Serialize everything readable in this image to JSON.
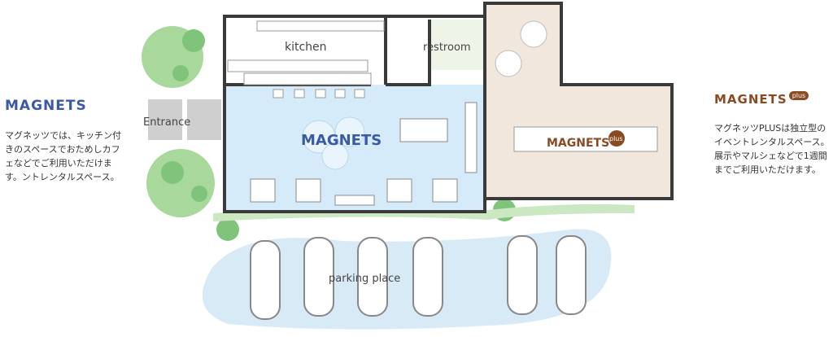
{
  "brands": {
    "magnets": {
      "name": "MAGNETS",
      "color": "#3a5aa6",
      "description": "マグネッツでは、キッチン付きのスペースでおためしカフェなどでご利用いただけます。ントレンタルスペース。"
    },
    "magnets_plus": {
      "name": "MAGNETS",
      "badge": "plus",
      "color": "#8a4a22",
      "description": "マグネッツPLUSは独立型のイベントレンタルスペース。展示やマルシェなどで1週間までご利用いただけます。"
    }
  },
  "plan": {
    "labels": {
      "kitchen": "kitchen",
      "restroom": "restroom",
      "entrance": "Entrance",
      "parking": "parking place"
    },
    "center_logo": "MAGNETS",
    "plus_logo": "MAGNETS",
    "plus_badge": "plus"
  },
  "colors": {
    "magnets_room": "#d6ebfa",
    "plus_room": "#f2e7dd",
    "greenery": "#7fc47a",
    "parking": "#d9eaf7",
    "wall": "#3a3a3a"
  }
}
